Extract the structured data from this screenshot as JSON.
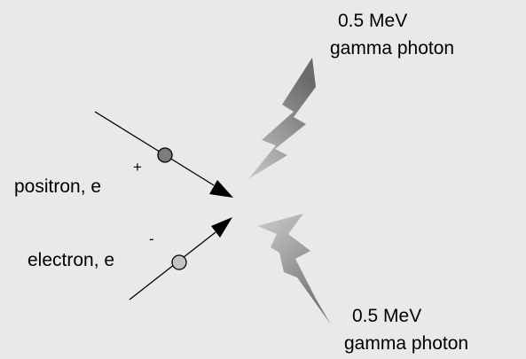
{
  "colors": {
    "background": "#e9e9e9",
    "positron_fill": "#7c7c7c",
    "electron_fill": "#c4c4c4",
    "line": "#000000"
  },
  "labels": {
    "positron": "positron, e",
    "positron_superscript": "+",
    "electron": "electron, e",
    "electron_superscript": "-",
    "photon_top_energy": "0.5 MeV",
    "photon_top_name": "gamma photon",
    "photon_bottom_energy": "0.5 MeV",
    "photon_bottom_name": "gamma photon"
  },
  "icons": {
    "photon_top": "lightning-bolt-icon",
    "photon_bottom": "lightning-bolt-icon"
  }
}
